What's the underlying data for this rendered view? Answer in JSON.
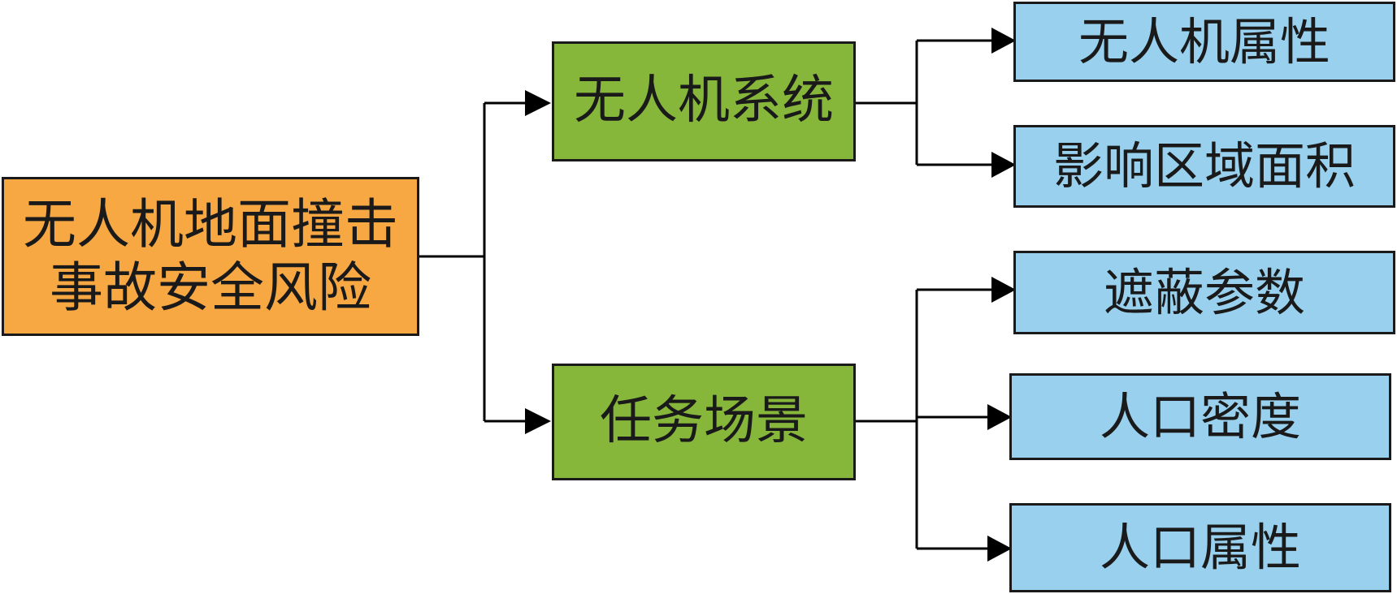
{
  "colors": {
    "root": "#f7a843",
    "category": "#86b73b",
    "factor": "#98d0ee",
    "line": "#000000"
  },
  "root": {
    "line1": "无人机地面撞击",
    "line2": "事故安全风险"
  },
  "categories": [
    {
      "label": "无人机系统",
      "factors": [
        "无人机属性",
        "影响区域面积"
      ]
    },
    {
      "label": "任务场景",
      "factors": [
        "遮蔽参数",
        "人口密度",
        "人口属性"
      ]
    }
  ]
}
